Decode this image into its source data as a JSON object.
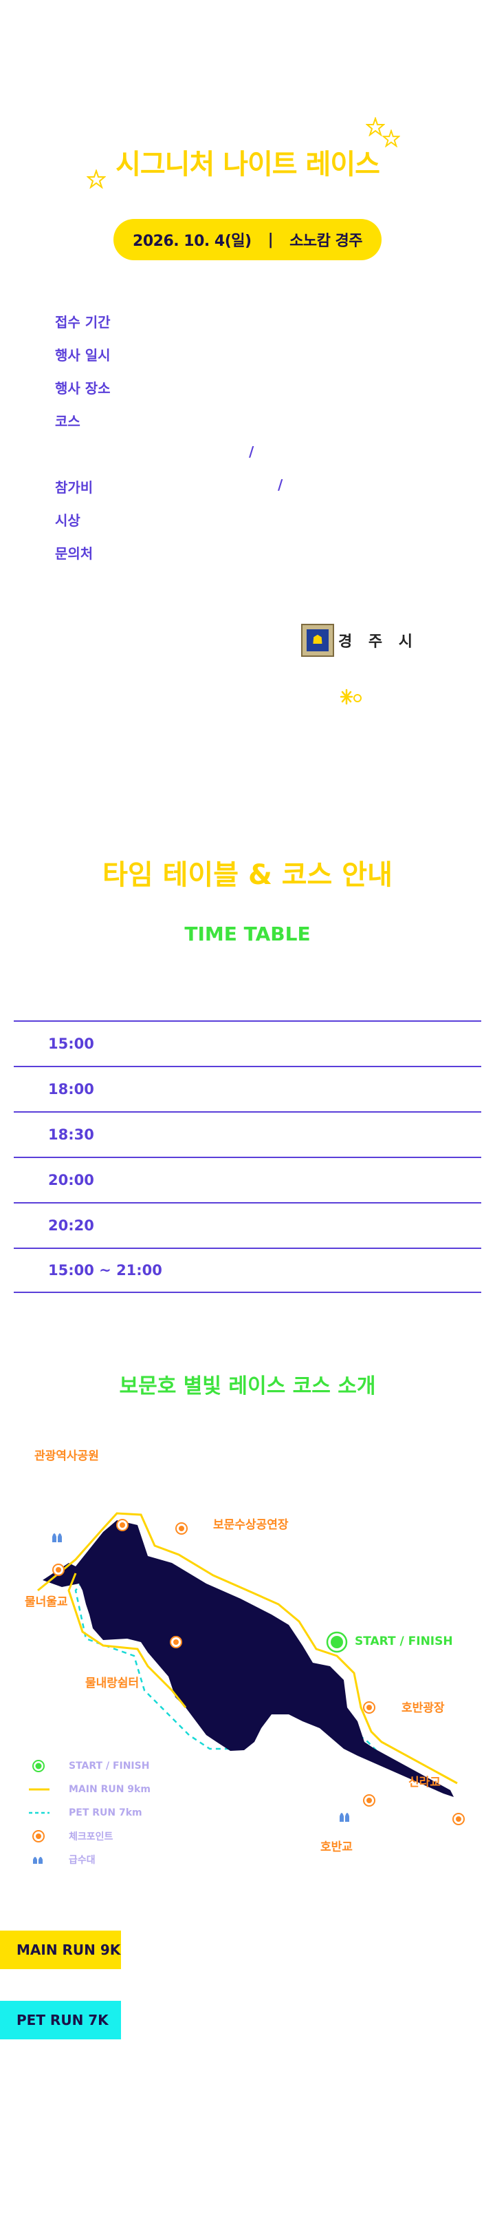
{
  "hero": {
    "title": "시그니처 나이트 레이스",
    "date": "2026. 10. 4(일)",
    "separator": "|",
    "location": "소노캄 경주"
  },
  "info": {
    "labels": [
      "접수 기간",
      "행사 일시",
      "행사 장소",
      "코스",
      "참가비",
      "시상",
      "문의처"
    ],
    "slash": "/"
  },
  "logo": {
    "text": "경 주 시",
    "emblem": "city-emblem-icon"
  },
  "timetable": {
    "title": "타임 테이블 & 코스 안내",
    "subtitle": "TIME TABLE",
    "times": [
      "15:00",
      "18:00",
      "18:30",
      "20:00",
      "20:20",
      "15:00 ~ 21:00"
    ]
  },
  "course": {
    "title": "보문호 별빛 레이스 코스 소개",
    "labels": {
      "park": "관광역사공원",
      "water_stage": "보문수상공연장",
      "bridge_west": "물너울교",
      "shelter": "물내랑쉼터",
      "start_finish": "START / FINISH",
      "plaza": "호반광장",
      "silla_bridge": "신라교",
      "hoban_bridge": "호반교"
    },
    "legend": [
      "START / FINISH",
      "MAIN RUN 9km",
      "PET RUN 7km",
      "체크포인트",
      "급수대"
    ]
  },
  "runs": {
    "main": "MAIN RUN 9K",
    "pet": "PET RUN 7K"
  },
  "colors": {
    "yellow": "#ffd400",
    "purple": "#5a3fd9",
    "green": "#3ee33e",
    "orange": "#ff8a1f",
    "navy": "#0f0a45",
    "cyan": "#19f0ee"
  }
}
